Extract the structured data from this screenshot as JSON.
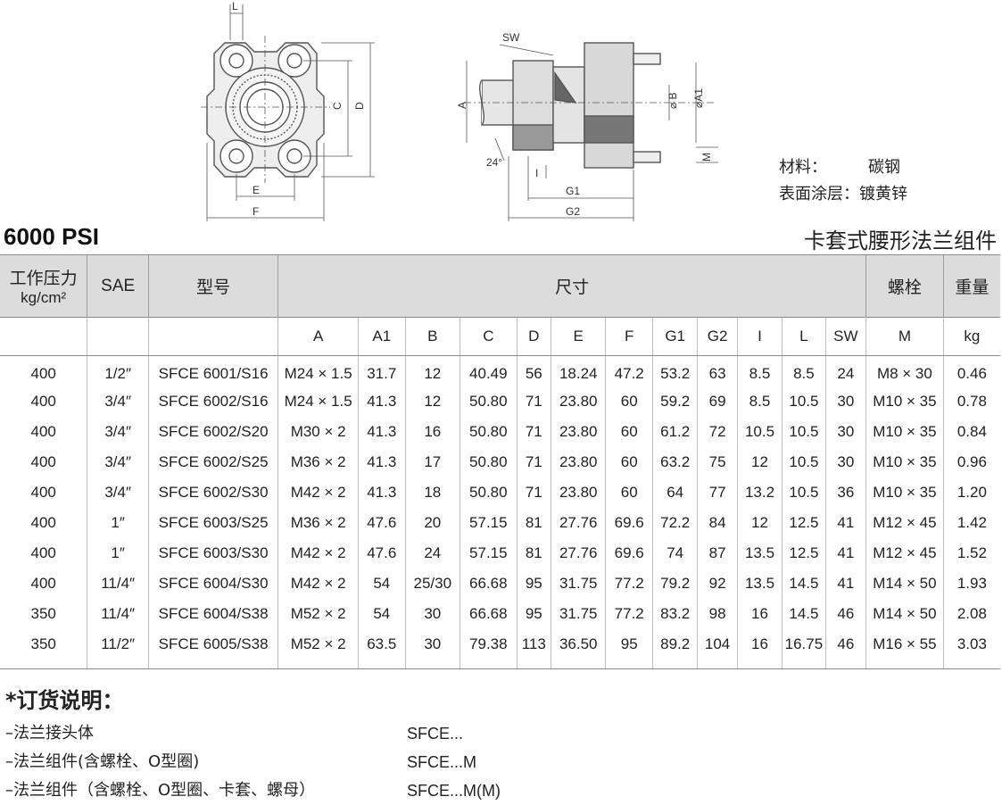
{
  "drawing": {
    "front_labels": {
      "L": "L",
      "C": "C",
      "D": "D",
      "E": "E",
      "F": "F"
    },
    "side_labels": {
      "SW": "SW",
      "A": "A",
      "B": "⌀ B",
      "A1": "⌀A1",
      "M": "M",
      "angle": "24°",
      "I": "I",
      "G1": "G1",
      "G2": "G2"
    }
  },
  "material": {
    "label1": "材料：",
    "value1": "碳钢",
    "label2": "表面涂层：",
    "value2": "镀黄锌"
  },
  "header": {
    "psi": "6000 PSI",
    "subtitle": "卡套式腰形法兰组件"
  },
  "table": {
    "head1": {
      "pressure_line1": "工作压力",
      "pressure_line2": "kg/cm²",
      "sae": "SAE",
      "model": "型号",
      "dims": "尺寸",
      "bolt": "螺栓",
      "weight": "重量"
    },
    "columns": [
      "A",
      "A1",
      "B",
      "C",
      "D",
      "E",
      "F",
      "G1",
      "G2",
      "I",
      "L",
      "SW",
      "M",
      "kg"
    ],
    "rows": [
      [
        "400",
        "1/2″",
        "SFCE 6001/S16",
        "M24 × 1.5",
        "31.7",
        "12",
        "40.49",
        "56",
        "18.24",
        "47.2",
        "53.2",
        "63",
        "8.5",
        "8.5",
        "24",
        "M8 × 30",
        "0.46"
      ],
      [
        "400",
        "3/4″",
        "SFCE 6002/S16",
        "M24 × 1.5",
        "41.3",
        "12",
        "50.80",
        "71",
        "23.80",
        "60",
        "59.2",
        "69",
        "8.5",
        "10.5",
        "30",
        "M10 × 35",
        "0.78"
      ],
      [
        "400",
        "3/4″",
        "SFCE 6002/S20",
        "M30 × 2",
        "41.3",
        "16",
        "50.80",
        "71",
        "23.80",
        "60",
        "61.2",
        "72",
        "10.5",
        "10.5",
        "30",
        "M10 × 35",
        "0.84"
      ],
      [
        "400",
        "3/4″",
        "SFCE 6002/S25",
        "M36 × 2",
        "41.3",
        "17",
        "50.80",
        "71",
        "23.80",
        "60",
        "63.2",
        "75",
        "12",
        "10.5",
        "30",
        "M10 × 35",
        "0.96"
      ],
      [
        "400",
        "3/4″",
        "SFCE 6002/S30",
        "M42 × 2",
        "41.3",
        "18",
        "50.80",
        "71",
        "23.80",
        "60",
        "64",
        "77",
        "13.2",
        "10.5",
        "36",
        "M10 × 35",
        "1.20"
      ],
      [
        "400",
        "1″",
        "SFCE 6003/S25",
        "M36 × 2",
        "47.6",
        "20",
        "57.15",
        "81",
        "27.76",
        "69.6",
        "72.2",
        "84",
        "12",
        "12.5",
        "41",
        "M12 × 45",
        "1.42"
      ],
      [
        "400",
        "1″",
        "SFCE 6003/S30",
        "M42 × 2",
        "47.6",
        "24",
        "57.15",
        "81",
        "27.76",
        "69.6",
        "74",
        "87",
        "13.5",
        "12.5",
        "41",
        "M12 × 45",
        "1.52"
      ],
      [
        "400",
        "11/4″",
        "SFCE 6004/S30",
        "M42 × 2",
        "54",
        "25/30",
        "66.68",
        "95",
        "31.75",
        "77.2",
        "79.2",
        "92",
        "13.5",
        "14.5",
        "41",
        "M14 × 50",
        "1.93"
      ],
      [
        "350",
        "11/4″",
        "SFCE 6004/S38",
        "M52 × 2",
        "54",
        "30",
        "66.68",
        "95",
        "31.75",
        "77.2",
        "83.2",
        "98",
        "16",
        "14.5",
        "46",
        "M14 × 50",
        "2.08"
      ],
      [
        "350",
        "11/2″",
        "SFCE 6005/S38",
        "M52 × 2",
        "63.5",
        "30",
        "79.38",
        "113",
        "36.50",
        "95",
        "89.2",
        "104",
        "16",
        "16.75",
        "46",
        "M16 × 55",
        "3.03"
      ]
    ]
  },
  "order": {
    "title": "*订货说明：",
    "lines": [
      {
        "label": "–法兰接头体",
        "code": "SFCE..."
      },
      {
        "label": "–法兰组件(含螺栓、O型圈)",
        "code": "SFCE...M"
      },
      {
        "label": "–法兰组件（含螺栓、O型圈、卡套、螺母）",
        "code": "SFCE...M(M)"
      }
    ]
  }
}
